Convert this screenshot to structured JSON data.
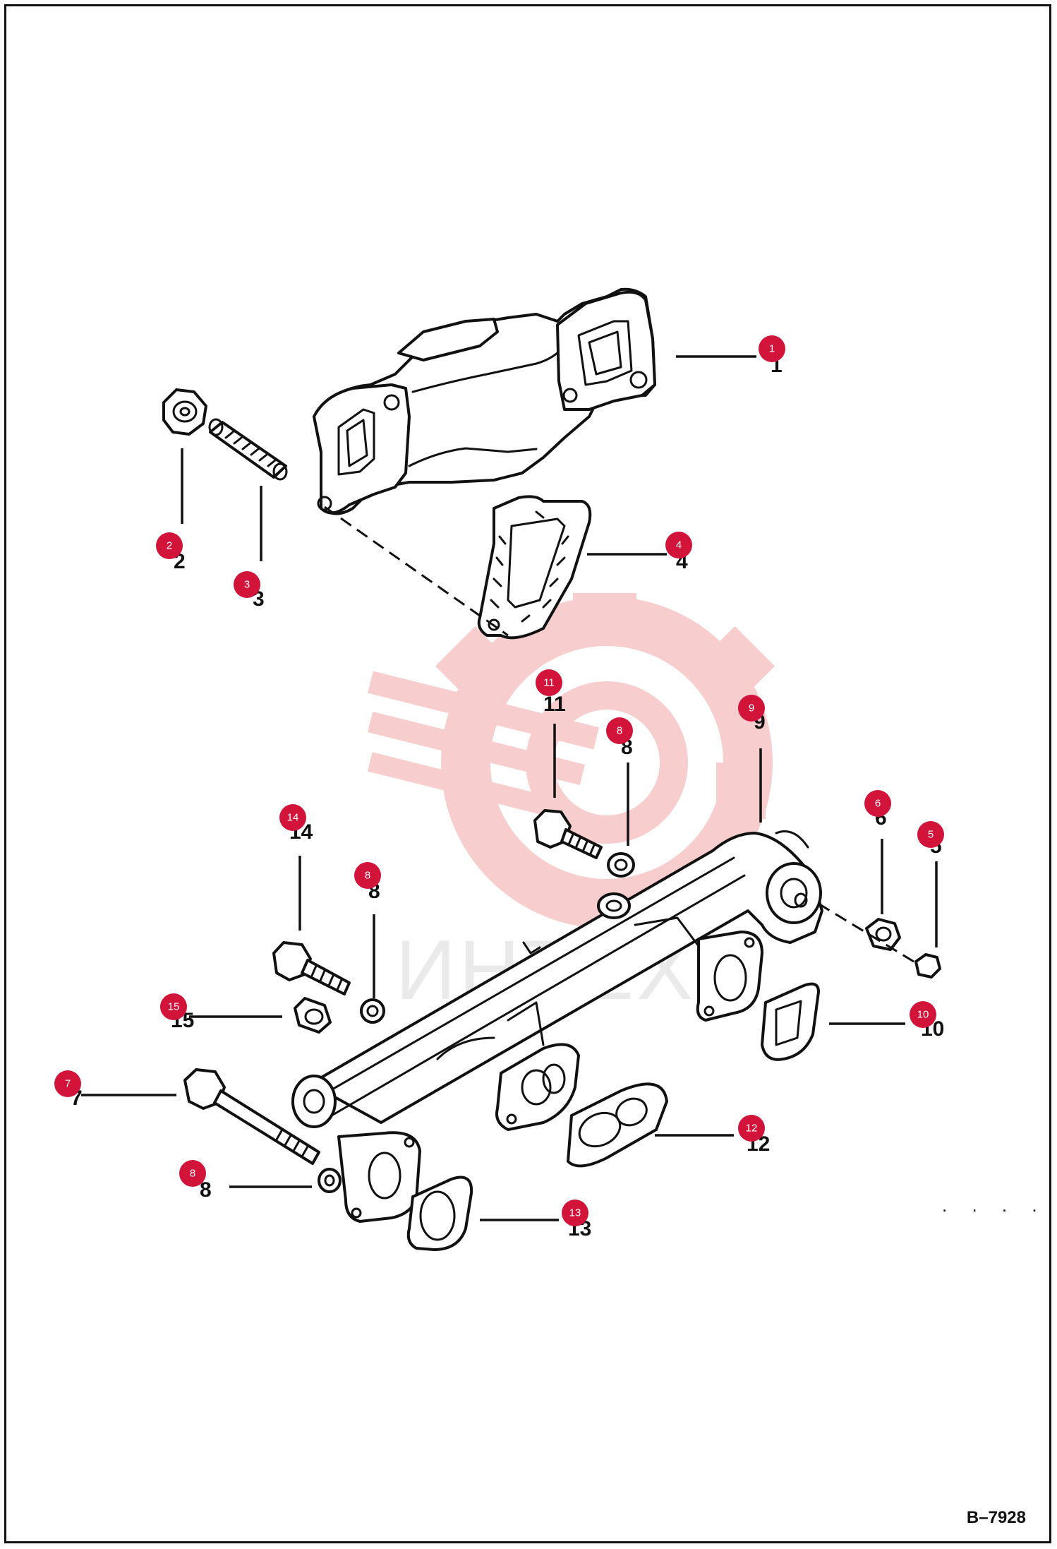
{
  "drawing_ref": "B–7928",
  "watermark_text": "ИНТЕХ",
  "trailing_marks": ". . . .",
  "colors": {
    "callout": "#d2133a",
    "watermark": "#f6c8c8",
    "line": "#111111"
  },
  "printed_numbers": [
    "1",
    "2",
    "3",
    "4",
    "11",
    "8",
    "9",
    "14",
    "8",
    "6",
    "5",
    "15",
    "10",
    "7",
    "12",
    "8",
    "13"
  ],
  "callouts": [
    "1",
    "2",
    "3",
    "4",
    "11",
    "8",
    "9",
    "14",
    "8",
    "6",
    "5",
    "15",
    "10",
    "7",
    "12",
    "8",
    "13"
  ]
}
